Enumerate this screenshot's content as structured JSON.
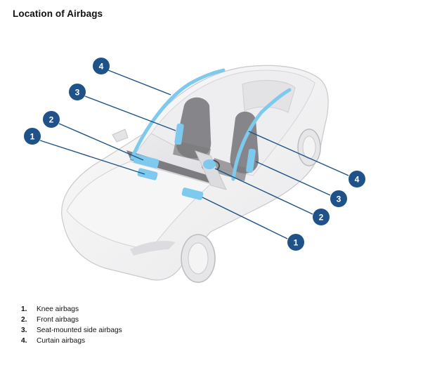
{
  "page": {
    "title": "Location of Airbags"
  },
  "colors": {
    "callout": "#1e5288",
    "airbag": "#7ec9ee",
    "car_body": "#f2f2f3",
    "car_outline": "#c9c9cc"
  },
  "callouts": [
    {
      "number": "4",
      "airbag": "Curtain airbags"
    },
    {
      "number": "3",
      "airbag": "Seat-mounted side airbags"
    },
    {
      "number": "2",
      "airbag": "Front airbags"
    },
    {
      "number": "1",
      "airbag": "Knee airbags"
    },
    {
      "number": "4",
      "airbag": "Curtain airbags"
    },
    {
      "number": "3",
      "airbag": "Seat-mounted side airbags"
    },
    {
      "number": "2",
      "airbag": "Front airbags"
    },
    {
      "number": "1",
      "airbag": "Knee airbags"
    }
  ],
  "legend": [
    {
      "number": "1.",
      "label": "Knee airbags"
    },
    {
      "number": "2.",
      "label": "Front airbags"
    },
    {
      "number": "3.",
      "label": "Seat-mounted side airbags"
    },
    {
      "number": "4.",
      "label": "Curtain airbags"
    }
  ]
}
